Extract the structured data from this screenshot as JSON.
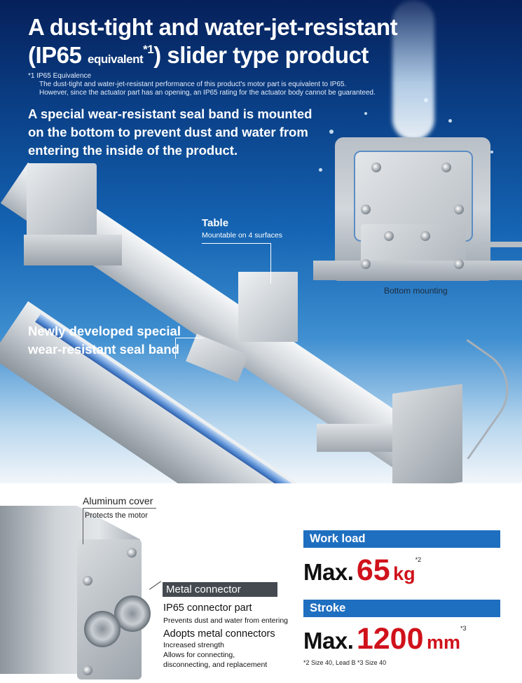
{
  "hero": {
    "title_line1": "A dust-tight and water-jet-resistant",
    "title_line2_open": "(IP65 ",
    "title_line2_small": "equivalent",
    "title_line2_sup": "*1",
    "title_line2_close": ") slider type product",
    "footnote": {
      "label": "*1  IP65 Equivalence",
      "line1": "The dust-tight and water-jet-resistant performance of this product's motor part is equivalent to IP65.",
      "line2": "However, since the actuator part has an opening, an IP65 rating for the actuator body cannot be guaranteed."
    },
    "subheading_lines": [
      "A special wear-resistant seal band is mounted",
      "on the bottom to prevent dust and water from",
      "entering the inside of the product."
    ],
    "bottom_mounting_label": "Bottom mounting",
    "table_callout": {
      "title": "Table",
      "note": "Mountable on 4 surfaces"
    },
    "seal_band_callout": {
      "line1": "Newly developed special",
      "line2": "wear-resistant seal band"
    }
  },
  "motor": {
    "aluminum_cover": {
      "title": "Aluminum cover",
      "note": "Protects the motor"
    },
    "metal_connector": {
      "title": "Metal connector",
      "point1_title": "IP65 connector part",
      "point1_note": "Prevents dust and water from entering",
      "point2_title": "Adopts metal connectors",
      "point2_note1": "Increased strength",
      "point2_note2": "Allows for connecting,",
      "point2_note3": "disconnecting, and replacement"
    }
  },
  "specs": {
    "work_load": {
      "label": "Work load",
      "prefix": "Max.",
      "value": "65",
      "unit": "kg",
      "sup": "*2"
    },
    "stroke": {
      "label": "Stroke",
      "prefix": "Max.",
      "value": "1200",
      "unit": "mm",
      "sup": "*3"
    },
    "note": "*2 Size 40, Lead B   *3 Size 40"
  },
  "colors": {
    "accent_blue": "#1e6fc0",
    "highlight_red": "#d0121b",
    "connector_bar": "#444a50"
  }
}
